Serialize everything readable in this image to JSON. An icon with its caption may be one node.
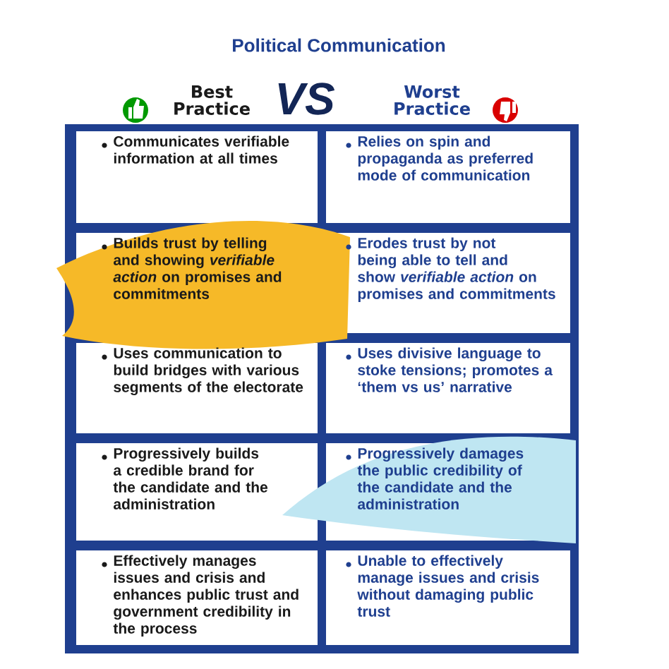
{
  "diagram": {
    "title": "Political Communication",
    "labels": [
      "Best Practice",
      "VS",
      "Worst Practice",
      "Communicates verifiable information at all times",
      "Relies on spin and propaganda as preferred mode of communication",
      "Builds trust by telling and showing *verifiable action* on promises and commitments",
      "Erodes trust by not being able to tell and show *verifiable action* on promises and commitments",
      "Uses communication to build bridges with various segments of the electorate",
      "Uses divisive language to stoke tensions; promotes a ‘them vs us’ narrative",
      "Progressively builds a credible brand for the candidate and the administration",
      "Progressively damages the public credibility of the candidate and the administration",
      "Effectively manages issues and crisis and enhances public trust and government credibility in the process",
      "Unable to effectively manage issues and crisis without damaging public trust"
    ]
  }
}
